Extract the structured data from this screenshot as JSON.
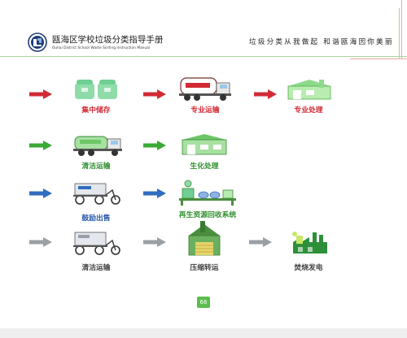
{
  "header": {
    "title": "瓯海区学校垃圾分类指导手册",
    "subtitle": "Ouhai District School Waste Sorting Instruction Manual",
    "slogan": "垃圾分类从我做起 和谐瓯海因你美丽"
  },
  "colors": {
    "red": "#d22a35",
    "green": "#3aa935",
    "blue": "#2f6dbf",
    "gray": "#9aa0a6",
    "accent_green": "#5bbd4c"
  },
  "rows": [
    {
      "stream": "red",
      "steps": [
        "集中储存",
        "专业运输",
        "专业处理"
      ]
    },
    {
      "stream": "green",
      "steps": [
        "清洁运输",
        "生化处理"
      ]
    },
    {
      "stream": "blue",
      "steps": [
        "鼓励出售",
        "再生资源回收系统"
      ]
    },
    {
      "stream": "gray",
      "steps": [
        "清洁运输",
        "压缩转运",
        "焚烧发电"
      ]
    }
  ],
  "icons": {
    "logo": "school-emblem-icon",
    "storage": "bin-storage-icon",
    "truck": "garbage-truck-icon",
    "facility": "treatment-plant-icon",
    "tricycle": "cargo-tricycle-icon",
    "recycling": "recycling-line-icon",
    "compressor": "compression-station-icon",
    "incinerator": "incineration-plant-icon"
  },
  "page_number": "66"
}
